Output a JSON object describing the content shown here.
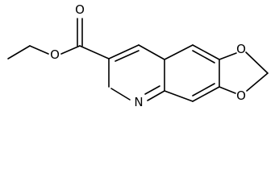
{
  "structure": {
    "atoms": {
      "carbonyl_oxygen": "O",
      "ester_oxygen": "O",
      "ring_nitrogen": "N",
      "dioxole_oxygen_top": "O",
      "dioxole_oxygen_bottom": "O"
    }
  }
}
